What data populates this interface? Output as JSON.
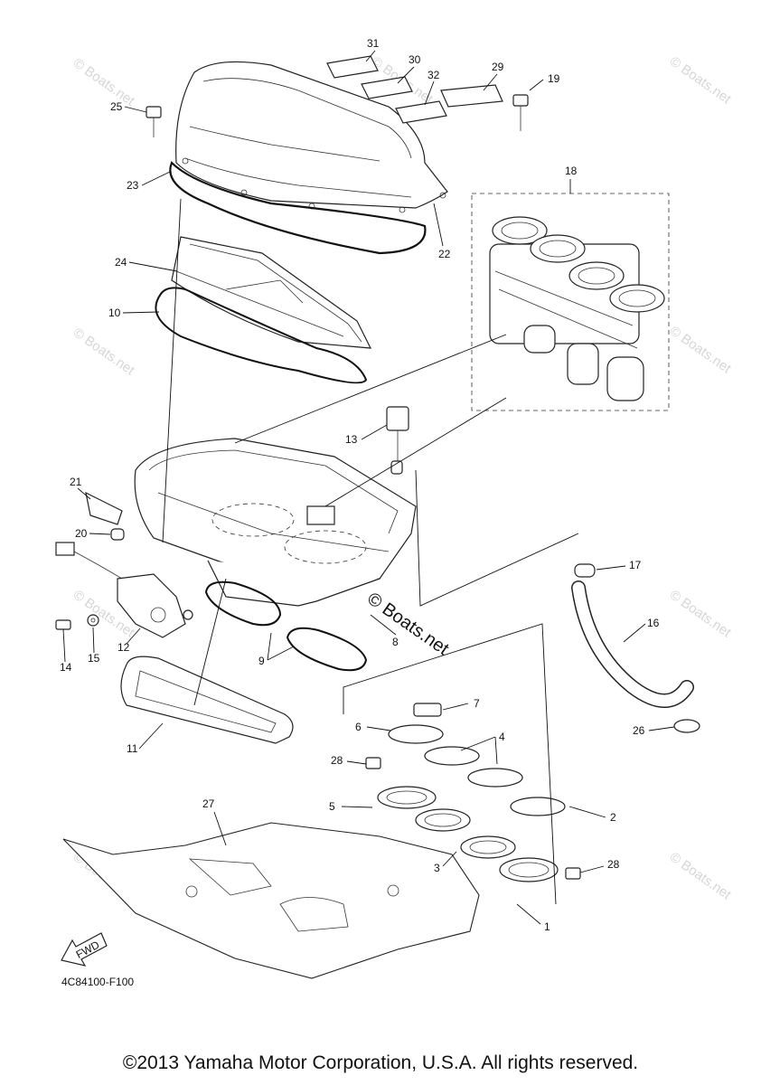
{
  "watermark": {
    "text": "© Boats.net",
    "center_text": "© Boats.net"
  },
  "callouts": [
    "1",
    "2",
    "3",
    "4",
    "5",
    "6",
    "7",
    "8",
    "9",
    "10",
    "11",
    "12",
    "13",
    "14",
    "15",
    "16",
    "17",
    "18",
    "19",
    "20",
    "21",
    "22",
    "23",
    "24",
    "25",
    "26",
    "27",
    "28",
    "28",
    "29",
    "30",
    "31",
    "32"
  ],
  "fwd_label": "FWD",
  "diagram_code": "4C84100-F100",
  "copyright": "©2013 Yamaha Motor Corporation, U.S.A. All rights reserved."
}
